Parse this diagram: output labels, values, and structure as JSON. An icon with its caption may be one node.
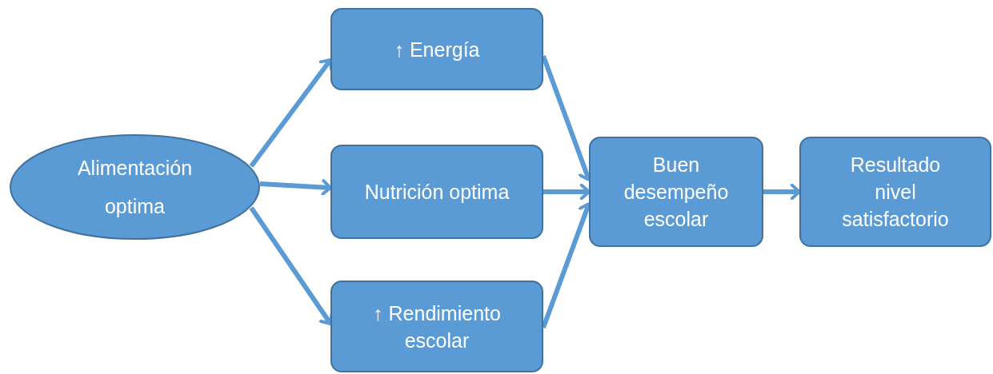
{
  "diagram": {
    "nodes": [
      {
        "text": [
          "Alimentación optima"
        ]
      },
      {
        "text": [
          "↑ Energía"
        ]
      },
      {
        "text": [
          "Nutrición optima"
        ]
      },
      {
        "text": [
          "↑ Rendimiento escolar"
        ]
      },
      {
        "text": [
          "Buen desempeño escolar"
        ]
      },
      {
        "text": [
          "Resultado nivel satisfactorio"
        ]
      }
    ],
    "edges": [
      {
        "from": 0,
        "to": 1,
        "arrow": "to"
      },
      {
        "from": 0,
        "to": 2,
        "arrow": "to"
      },
      {
        "from": 0,
        "to": 3,
        "arrow": "to"
      },
      {
        "from": 1,
        "to": 4,
        "arrow": "to"
      },
      {
        "from": 2,
        "to": 4,
        "arrow": "to"
      },
      {
        "from": 3,
        "to": 4,
        "arrow": "to"
      },
      {
        "from": 4,
        "to": 5,
        "arrow": "to"
      }
    ]
  }
}
